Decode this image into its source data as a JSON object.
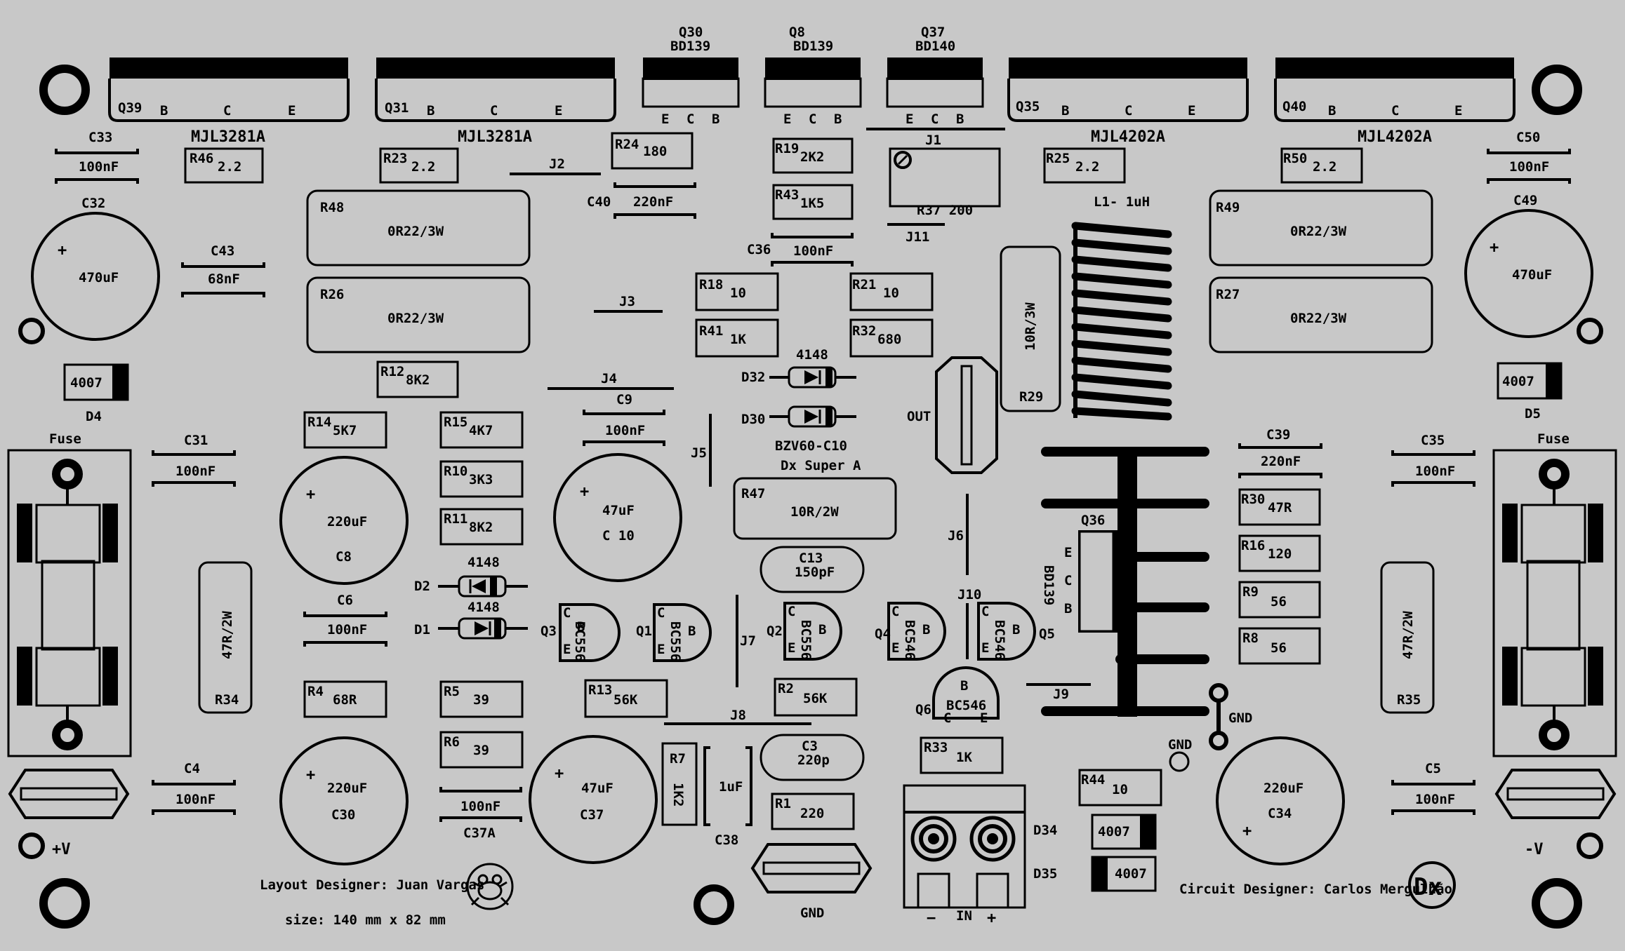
{
  "colors": {
    "board": "#c8c8c8",
    "ink": "#000000"
  },
  "transistors_power": [
    {
      "ref": "Q39",
      "pins": [
        "B",
        "C",
        "E"
      ],
      "part": "MJL3281A"
    },
    {
      "ref": "Q31",
      "pins": [
        "B",
        "C",
        "E"
      ],
      "part": "MJL3281A"
    },
    {
      "ref": "Q35",
      "pins": [
        "B",
        "C",
        "E"
      ],
      "part": "MJL4202A"
    },
    {
      "ref": "Q40",
      "pins": [
        "B",
        "C",
        "E"
      ],
      "part": "MJL4202A"
    }
  ],
  "transistors_driver": [
    {
      "ref": "Q30",
      "part": "BD139",
      "pins": [
        "E",
        "C",
        "B"
      ]
    },
    {
      "ref": "Q8",
      "part": "BD139",
      "pins": [
        "E",
        "C",
        "B"
      ]
    },
    {
      "ref": "Q37",
      "part": "BD140",
      "pins": [
        "E",
        "C",
        "B"
      ]
    }
  ],
  "capacitors_small": [
    {
      "ref": "C33",
      "value": "100nF"
    },
    {
      "ref": "C50",
      "value": "100nF"
    },
    {
      "ref": "C43",
      "value": "68nF"
    },
    {
      "ref": "C40",
      "value": "220nF"
    },
    {
      "ref": "C36",
      "value": "100nF"
    },
    {
      "ref": "C9",
      "value": "100nF"
    },
    {
      "ref": "C31",
      "value": "100nF"
    },
    {
      "ref": "C35",
      "value": "100nF"
    },
    {
      "ref": "C39",
      "value": "220nF"
    },
    {
      "ref": "C6",
      "value": "100nF"
    },
    {
      "ref": "C4",
      "value": "100nF"
    },
    {
      "ref": "C5",
      "value": "100nF"
    },
    {
      "ref": "C37A",
      "value": "100nF"
    }
  ],
  "capacitors_electrolytic": [
    {
      "ref": "C32",
      "value": "470uF"
    },
    {
      "ref": "C49",
      "value": "470uF"
    },
    {
      "ref": "C8",
      "value": "220uF"
    },
    {
      "ref": "C 10",
      "value": "47uF"
    },
    {
      "ref": "C30",
      "value": "220uF"
    },
    {
      "ref": "C37",
      "value": "47uF"
    },
    {
      "ref": "C34",
      "value": "220uF"
    }
  ],
  "resistors": [
    {
      "ref": "R46",
      "value": "2.2"
    },
    {
      "ref": "R23",
      "value": "2.2"
    },
    {
      "ref": "R24",
      "value": "180"
    },
    {
      "ref": "R19",
      "value": "2K2"
    },
    {
      "ref": "R43",
      "value": "1K5"
    },
    {
      "ref": "R25",
      "value": "2.2"
    },
    {
      "ref": "R50",
      "value": "2.2"
    },
    {
      "ref": "R18",
      "value": "10"
    },
    {
      "ref": "R21",
      "value": "10"
    },
    {
      "ref": "R41",
      "value": "1K"
    },
    {
      "ref": "R32",
      "value": "680"
    },
    {
      "ref": "R12",
      "value": "8K2"
    },
    {
      "ref": "R14",
      "value": "5K7"
    },
    {
      "ref": "R15",
      "value": "4K7"
    },
    {
      "ref": "R10",
      "value": "3K3"
    },
    {
      "ref": "R11",
      "value": "8K2"
    },
    {
      "ref": "R30",
      "value": "47R"
    },
    {
      "ref": "R16",
      "value": "120"
    },
    {
      "ref": "R9",
      "value": "56"
    },
    {
      "ref": "R8",
      "value": "56"
    },
    {
      "ref": "R4",
      "value": "68R"
    },
    {
      "ref": "R5",
      "value": "39"
    },
    {
      "ref": "R6",
      "value": "39"
    },
    {
      "ref": "R13",
      "value": "56K"
    },
    {
      "ref": "R2",
      "value": "56K"
    },
    {
      "ref": "R33",
      "value": "1K"
    },
    {
      "ref": "R1",
      "value": "220"
    },
    {
      "ref": "R44",
      "value": "10"
    }
  ],
  "resistors_power": [
    {
      "ref": "R48",
      "value": "0R22/3W"
    },
    {
      "ref": "R26",
      "value": "0R22/3W"
    },
    {
      "ref": "R49",
      "value": "0R22/3W"
    },
    {
      "ref": "R27",
      "value": "0R22/3W"
    },
    {
      "ref": "R47",
      "value": "10R/2W"
    },
    {
      "ref": "R29",
      "value": "10R/3W"
    },
    {
      "ref": "R34",
      "value": "47R/2W"
    },
    {
      "ref": "R35",
      "value": "47R/2W"
    }
  ],
  "trimmer": {
    "ref": "J1",
    "label": "R37 200"
  },
  "jumpers": [
    "J2",
    "J3",
    "J4",
    "J5",
    "J6",
    "J7",
    "J8",
    "J9",
    "J10",
    "J11"
  ],
  "diodes": [
    {
      "ref": "D32",
      "value": "4148"
    },
    {
      "ref": "D30",
      "value": "",
      "note": "BZV60-C10"
    },
    {
      "ref": "D2",
      "value": "4148"
    },
    {
      "ref": "D1",
      "value": "4148"
    }
  ],
  "rectifiers": [
    {
      "ref": "D4",
      "value": "4007"
    },
    {
      "ref": "D5",
      "value": "4007"
    },
    {
      "ref": "D34",
      "value": "4007"
    },
    {
      "ref": "D35",
      "value": "4007"
    }
  ],
  "small_transistors": [
    {
      "ref": "Q3",
      "part": "BC556"
    },
    {
      "ref": "Q1",
      "part": "BC556"
    },
    {
      "ref": "Q2",
      "part": "BC556"
    },
    {
      "ref": "Q4",
      "part": "BC546"
    },
    {
      "ref": "Q5",
      "part": "BC546"
    },
    {
      "ref": "Q6",
      "part": "BC546"
    }
  ],
  "q36": {
    "ref": "Q36",
    "part": "BD139",
    "pins": [
      "E",
      "C",
      "B"
    ]
  },
  "texts": {
    "title": "Dx Super A",
    "inductor": "L1- 1uH",
    "out": "OUT",
    "fuse": "Fuse",
    "gnd": "GND",
    "vplus": "+V",
    "vminus": "-V",
    "in": "IN",
    "in_minus": "−",
    "in_plus": "+",
    "c13": "C13",
    "c13_value": "150pF",
    "c3": "C3",
    "c3_value": "220p",
    "c38": "C38",
    "c38_value": "1uF",
    "r7": "R7",
    "r7_value": "1K2",
    "layout_designer": "Layout Designer:  Juan Vargas",
    "size": "size: 140 mm x 82 mm",
    "circuit_designer": "Circuit Designer:  Carlos Mergulhão",
    "logo": "Dx"
  }
}
